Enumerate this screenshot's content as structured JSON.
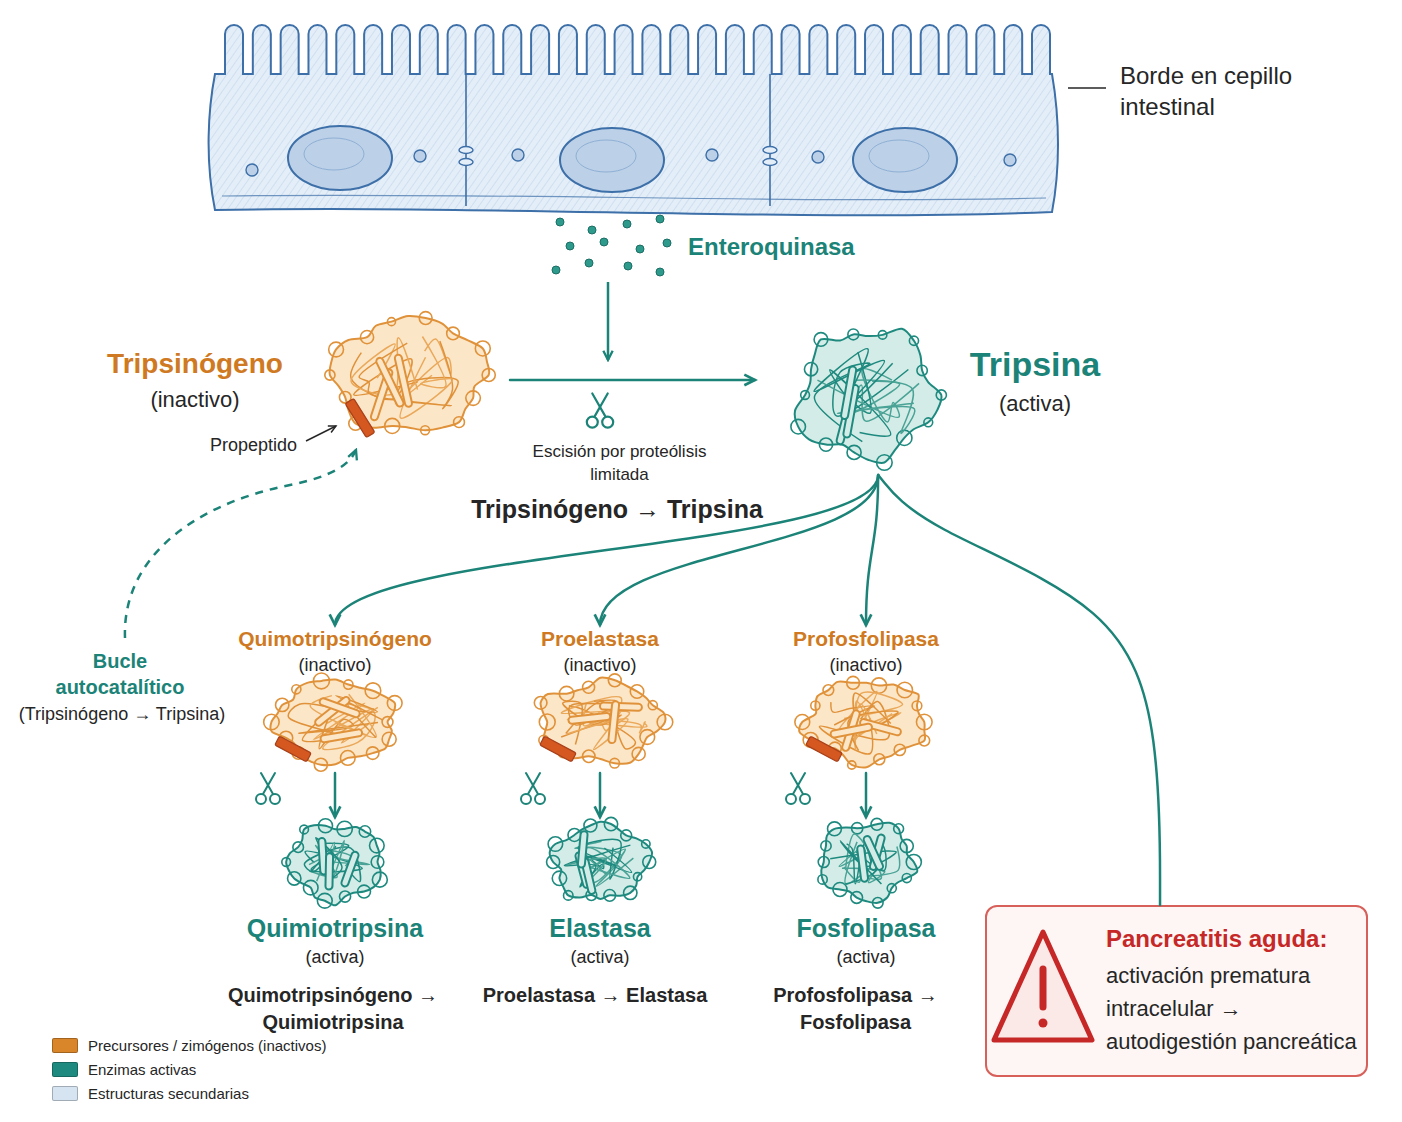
{
  "diagram": {
    "nodes": [
      {
        "text": [
          "Tripsinógeno",
          "(inactivo)"
        ]
      },
      {
        "text": [
          "Tripsina",
          "(activa)"
        ]
      },
      {
        "text": [
          "Quimotripsinógeno",
          "(inactivo)"
        ]
      },
      {
        "text": [
          "Quimiotripsina",
          "(activa)"
        ]
      },
      {
        "text": [
          "Proelastasa",
          "(inactivo)"
        ]
      },
      {
        "text": [
          "Elastasa",
          "(activa)"
        ]
      },
      {
        "text": [
          "Profosfolipasa",
          "(inactivo)"
        ]
      },
      {
        "text": [
          "Fosfolipasa",
          "(activa)"
        ]
      },
      {
        "text": [
          "Pancreatitis aguda:",
          "activación prematura intracelular → autodigestión pancreática"
        ]
      }
    ],
    "edges": [
      {
        "from": 0,
        "to": 1,
        "arrow": "to",
        "label": "Escisión por proteólisis limitada"
      },
      {
        "from": 1,
        "to": 2,
        "arrow": "to"
      },
      {
        "from": 1,
        "to": 4,
        "arrow": "to"
      },
      {
        "from": 1,
        "to": 6,
        "arrow": "to"
      },
      {
        "from": 1,
        "to": 8,
        "arrow": "none"
      },
      {
        "from": 2,
        "to": 3,
        "arrow": "to"
      },
      {
        "from": 4,
        "to": 5,
        "arrow": "to"
      },
      {
        "from": 6,
        "to": 7,
        "arrow": "to"
      }
    ],
    "labels": [
      "Borde en cepillo intestinal",
      "Enteroquinasa",
      "Propeptido",
      "Tripsinógeno → Tripsina",
      "Bucle autocatalítico",
      "(Tripsinógeno → Tripsina)",
      "Quimotripsinógeno → Quimiotripsina",
      "Proelastasa → Elastasa",
      "Profosfolipasa → Fosfolipasa"
    ],
    "legend": [
      {
        "text": "Precursores / zimógenos (inactivos)",
        "color": "#d9852a"
      },
      {
        "text": "Enzimas activas",
        "color": "#1e8a7f"
      },
      {
        "text": "Estructuras secundarias",
        "color": "#d6e4f2"
      }
    ]
  }
}
